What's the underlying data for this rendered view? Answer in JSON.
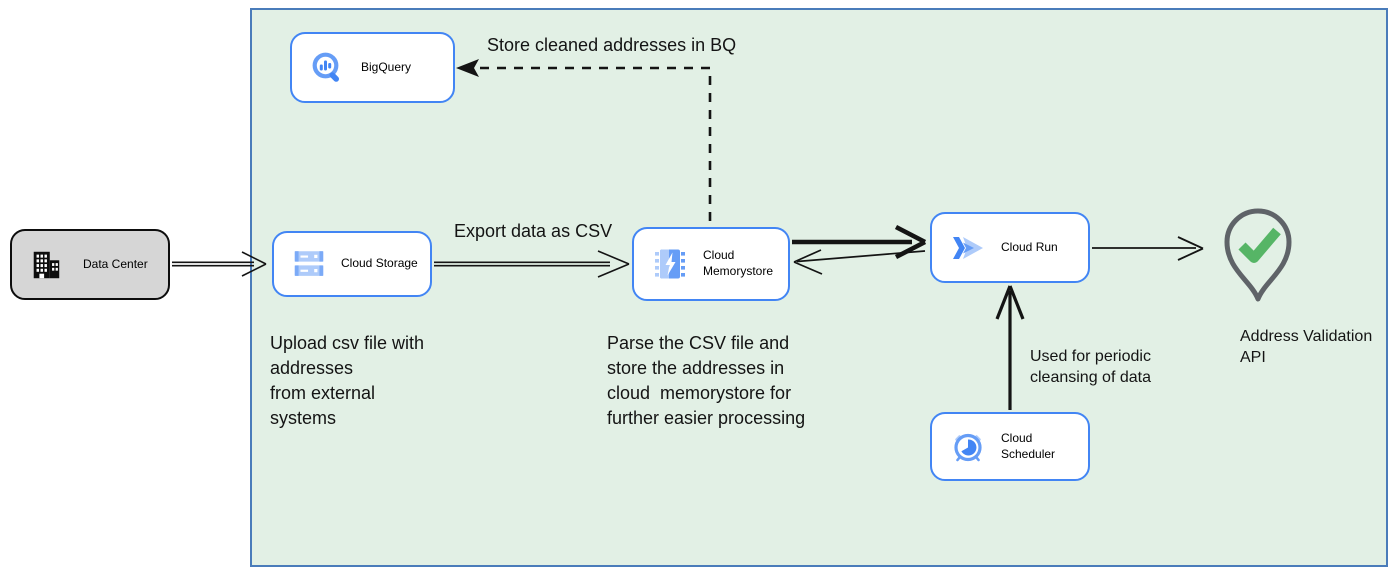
{
  "nodes": {
    "data_center": {
      "label": "Data Center"
    },
    "bigquery": {
      "label": "BigQuery"
    },
    "cloud_storage": {
      "label": "Cloud Storage"
    },
    "memorystore": {
      "label": "Cloud Memorystore"
    },
    "cloud_run": {
      "label": "Cloud Run"
    },
    "scheduler": {
      "label": "Cloud Scheduler"
    },
    "address_validation": {
      "label": "Address Validation\nAPI"
    }
  },
  "annotations": {
    "store_cleaned": "Store cleaned addresses in BQ",
    "export_csv": "Export data as CSV",
    "upload_note": "Upload csv file with\naddresses\nfrom external\nsystems",
    "parse_note": "Parse the CSV file and\nstore the addresses in\ncloud  memorystore for\nfurther easier processing",
    "periodic_note": "Used for periodic\ncleansing of data"
  },
  "colors": {
    "container_fill": "#e2f0e5",
    "container_border": "#4a7cba",
    "node_border": "#4285f4",
    "node_fill": "#ffffff",
    "datacenter_fill": "#d6d6d6",
    "datacenter_border": "#0d0d0d",
    "arrow": "#141414",
    "text": "#141414",
    "icon_blue": "#4285f4",
    "icon_blue_mid": "#669df6",
    "icon_blue_light": "#aecbfa",
    "icon_blue_cap": "#7baaf7",
    "pin_outline": "#5f6368",
    "check_green": "#56b566"
  }
}
